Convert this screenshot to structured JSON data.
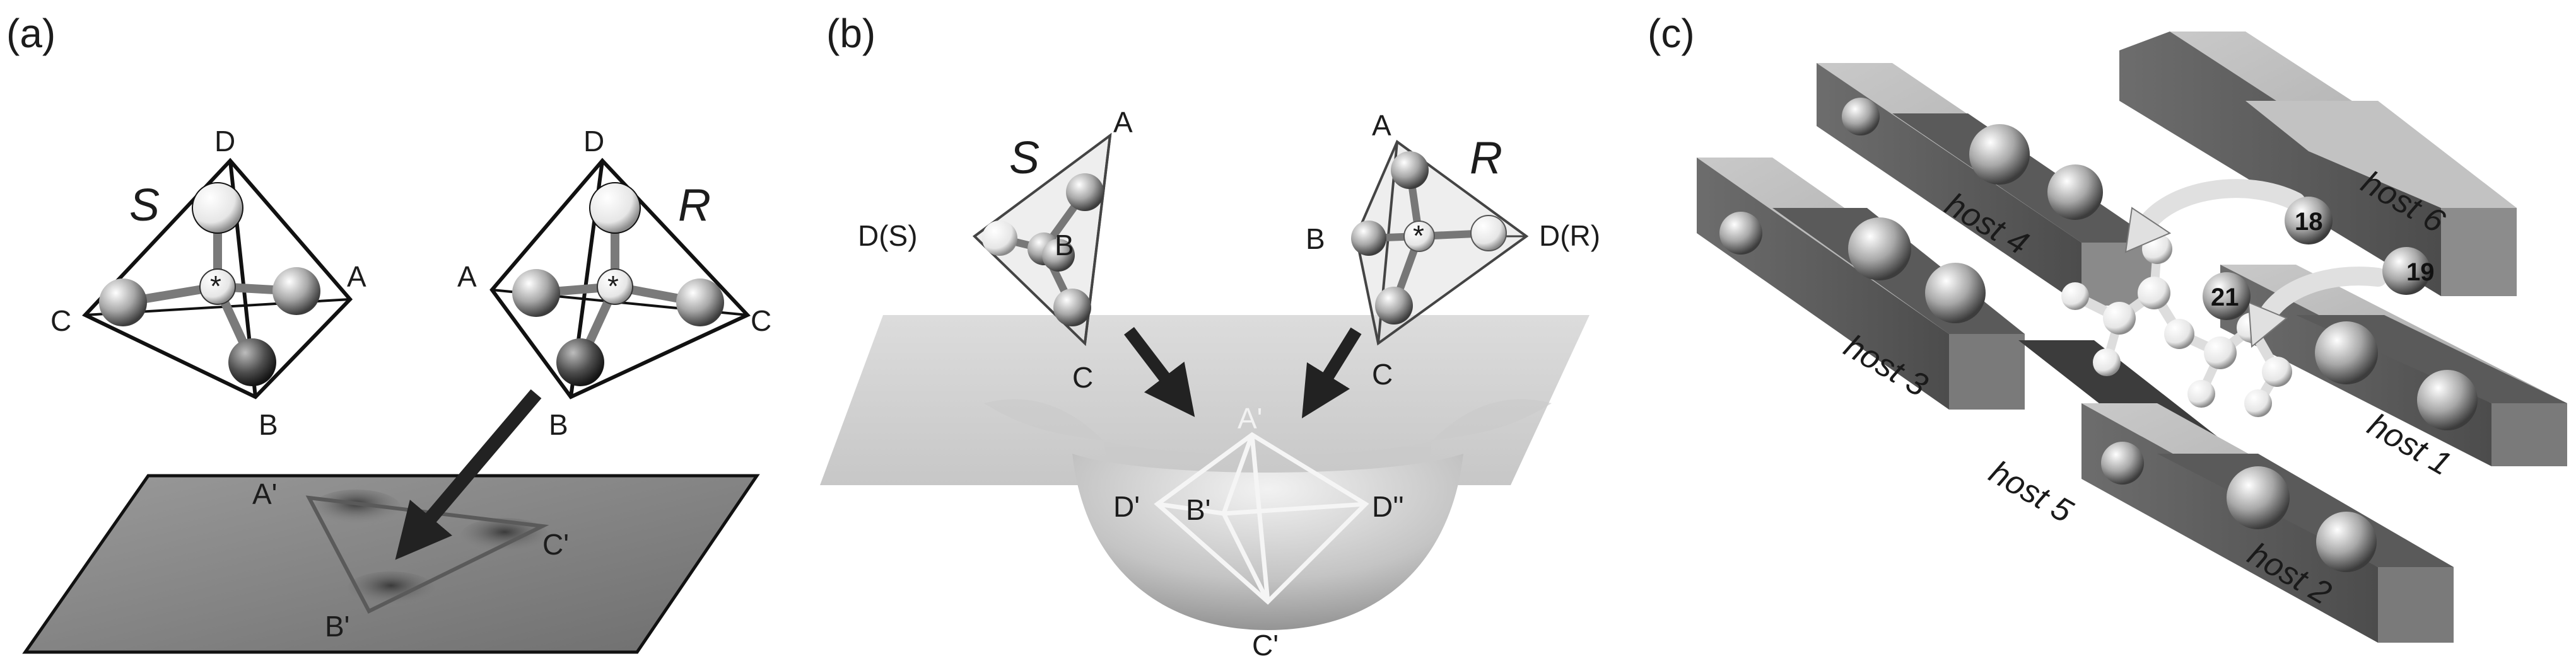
{
  "panels": {
    "a": {
      "label": "(a)",
      "left_tetra": {
        "chirality": "S",
        "apex": "D",
        "left": "C",
        "right": "A",
        "bottom": "B",
        "center": "*"
      },
      "right_tetra": {
        "chirality": "R",
        "apex": "D",
        "left": "A",
        "right": "C",
        "bottom": "B",
        "center": "*"
      },
      "surface_sites": {
        "a": "A'",
        "b": "B'",
        "c": "C'"
      }
    },
    "b": {
      "label": "(b)",
      "left_tetra": {
        "chirality": "S",
        "top": "A",
        "left": "D(S)",
        "mid": "B",
        "bottom": "C"
      },
      "right_tetra": {
        "chirality": "R",
        "top": "A",
        "left": "B",
        "right": "D(R)",
        "bottom": "C",
        "center": "*"
      },
      "well_sites": {
        "top": "A'",
        "left": "D'",
        "mid": "B'",
        "right": "D''",
        "bottom": "C'"
      }
    },
    "c": {
      "label": "(c)",
      "hosts": [
        "host 1",
        "host 2",
        "host 3",
        "host 4",
        "host 5",
        "host 6"
      ],
      "site_numbers": [
        "18",
        "19",
        "21"
      ]
    }
  },
  "colors": {
    "line": "#1c1c1c",
    "plate": "#8a8a8a",
    "host_top": "#b9b9b9",
    "host_side": "#6a6a6a",
    "host_dark": "#4a4a4a"
  }
}
